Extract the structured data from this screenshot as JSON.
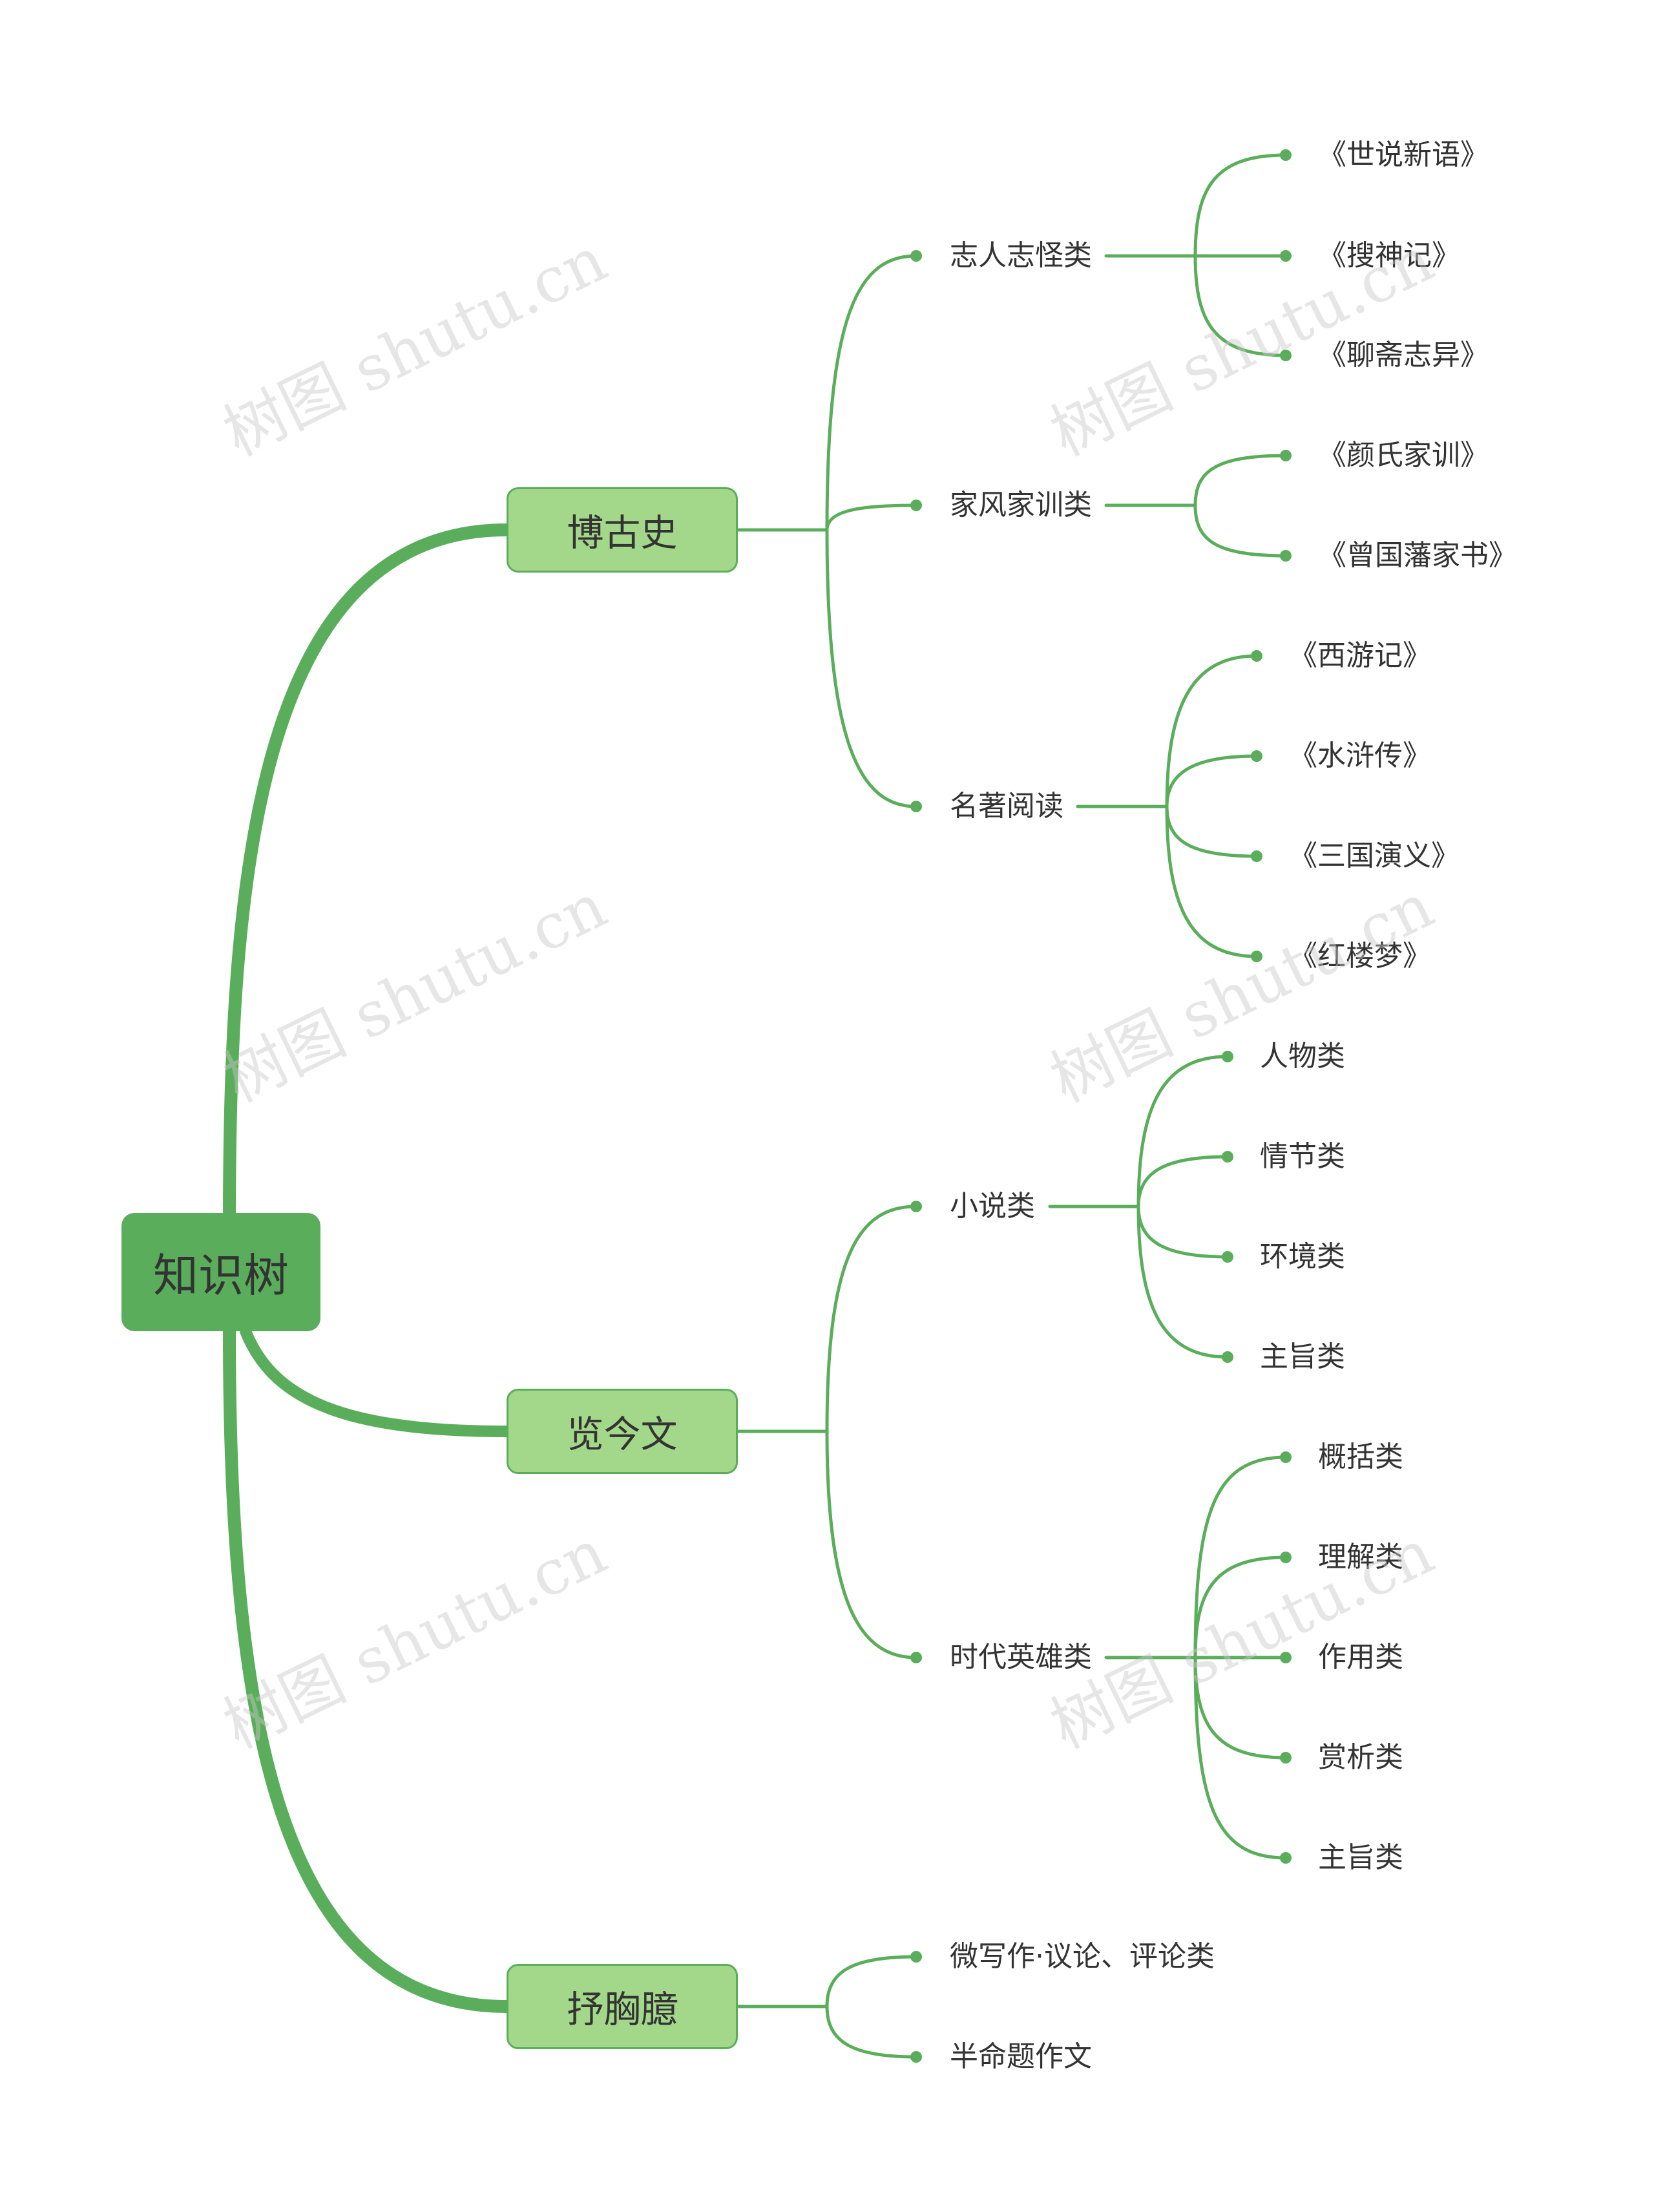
{
  "root": "知识树",
  "branches": [
    {
      "label": "博古史",
      "children": [
        {
          "label": "志人志怪类",
          "children": [
            "《世说新语》",
            "《搜神记》",
            "《聊斋志异》"
          ]
        },
        {
          "label": "家风家训类",
          "children": [
            "《颜氏家训》",
            "《曾国藩家书》"
          ]
        },
        {
          "label": "名著阅读",
          "children": [
            "《西游记》",
            "《水浒传》",
            "《三国演义》",
            "《红楼梦》"
          ]
        }
      ]
    },
    {
      "label": "览今文",
      "children": [
        {
          "label": "小说类",
          "children": [
            "人物类",
            "情节类",
            "环境类",
            "主旨类"
          ]
        },
        {
          "label": "时代英雄类",
          "children": [
            "概括类",
            "理解类",
            "作用类",
            "赏析类",
            "主旨类"
          ]
        }
      ]
    },
    {
      "label": "抒胸臆",
      "children": [
        {
          "label": "微写作·议论、评论类",
          "children": []
        },
        {
          "label": "半命题作文",
          "children": []
        }
      ]
    }
  ],
  "watermark": "树图 shutu.cn",
  "colors": {
    "line": "#5aae5b",
    "root_fill": "#5aae5b",
    "main_fill": "#a3d88a",
    "text": "#333333"
  }
}
